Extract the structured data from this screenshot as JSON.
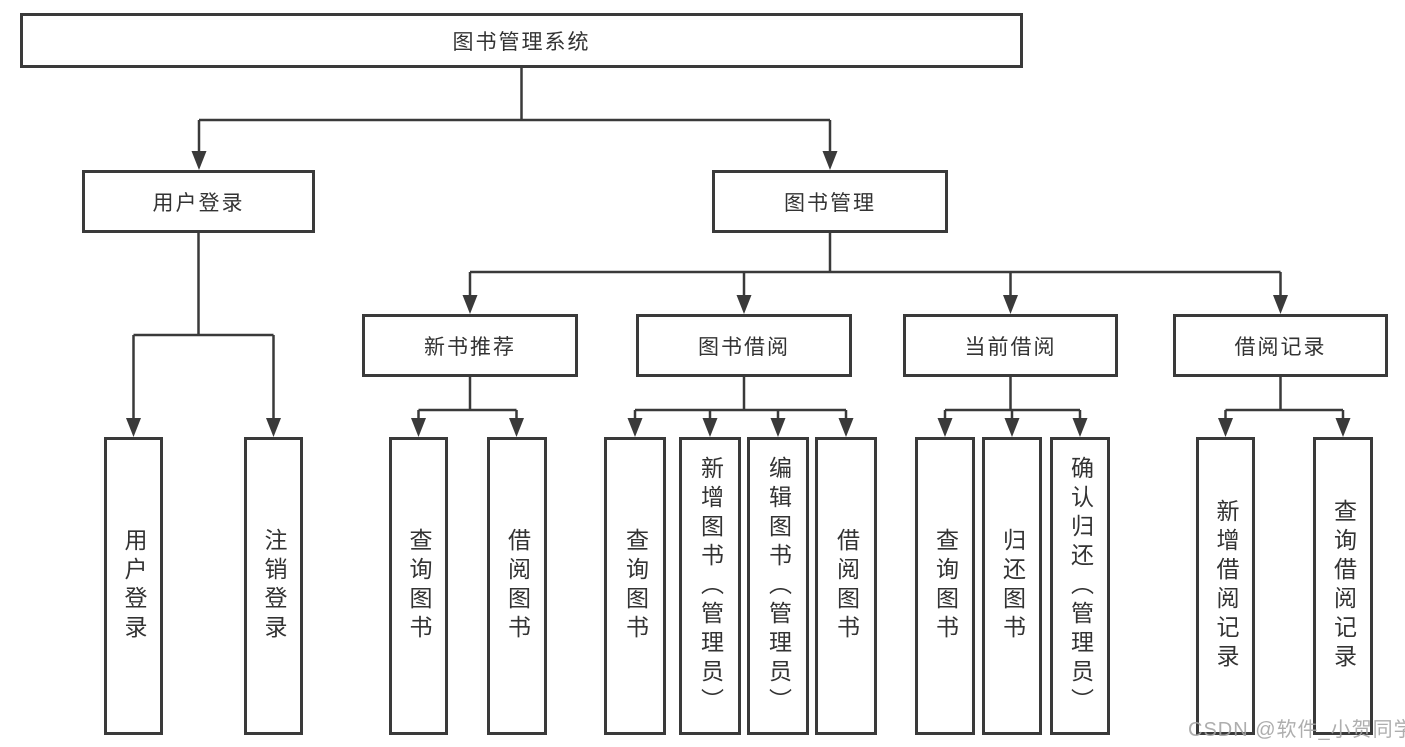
{
  "title": "图书管理系统",
  "branches": {
    "user_login": "用户登录",
    "book_mgmt": "图书管理"
  },
  "modules": {
    "new_book_rec": "新书推荐",
    "book_borrow": "图书借阅",
    "current_borrow": "当前借阅",
    "borrow_record": "借阅记录"
  },
  "leaves": {
    "user_login": "用户登录",
    "logout": "注销登录",
    "rec_query_book": "查询图书",
    "rec_borrow_book": "借阅图书",
    "borrow_query_book": "查询图书",
    "borrow_add_book": "新增图书（管理员）",
    "borrow_edit_book": "编辑图书（管理员）",
    "borrow_borrow_book": "借阅图书",
    "current_query_book": "查询图书",
    "current_return_book": "归还图书",
    "current_confirm_return": "确认归还（管理员）",
    "record_add": "新增借阅记录",
    "record_query": "查询借阅记录"
  },
  "watermark": "CSDN @软件_小贺同学",
  "colors": {
    "line": "#3a3a3a",
    "text": "#333333",
    "box_background": "#ffffff",
    "watermark": "#a5a5a5"
  }
}
